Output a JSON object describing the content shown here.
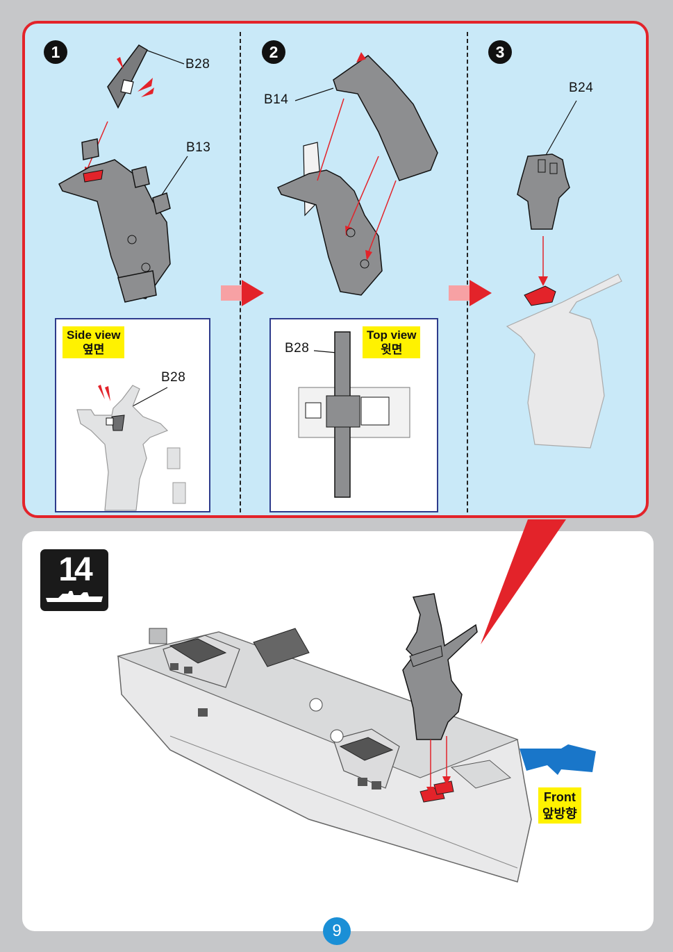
{
  "steps": [
    {
      "number": "1",
      "parts": [
        "B28",
        "B13"
      ]
    },
    {
      "number": "2",
      "parts": [
        "B14"
      ]
    },
    {
      "number": "3",
      "parts": [
        "B24"
      ]
    }
  ],
  "side_view": {
    "label_en": "Side view",
    "label_ko": "옆면",
    "part": "B28"
  },
  "top_view": {
    "label_en": "Top view",
    "label_ko": "윗면",
    "part": "B28"
  },
  "main_step": {
    "number": "14"
  },
  "direction": {
    "label_en": "Front",
    "label_ko": "앞방향"
  },
  "page_number": "9",
  "colors": {
    "frame": "#e3232a",
    "panel": "#c9e9f8",
    "part_gray": "#8d8e90",
    "highlight": "#e3232a",
    "arrow_blue": "#1976c9",
    "label_yellow": "#fff200"
  }
}
